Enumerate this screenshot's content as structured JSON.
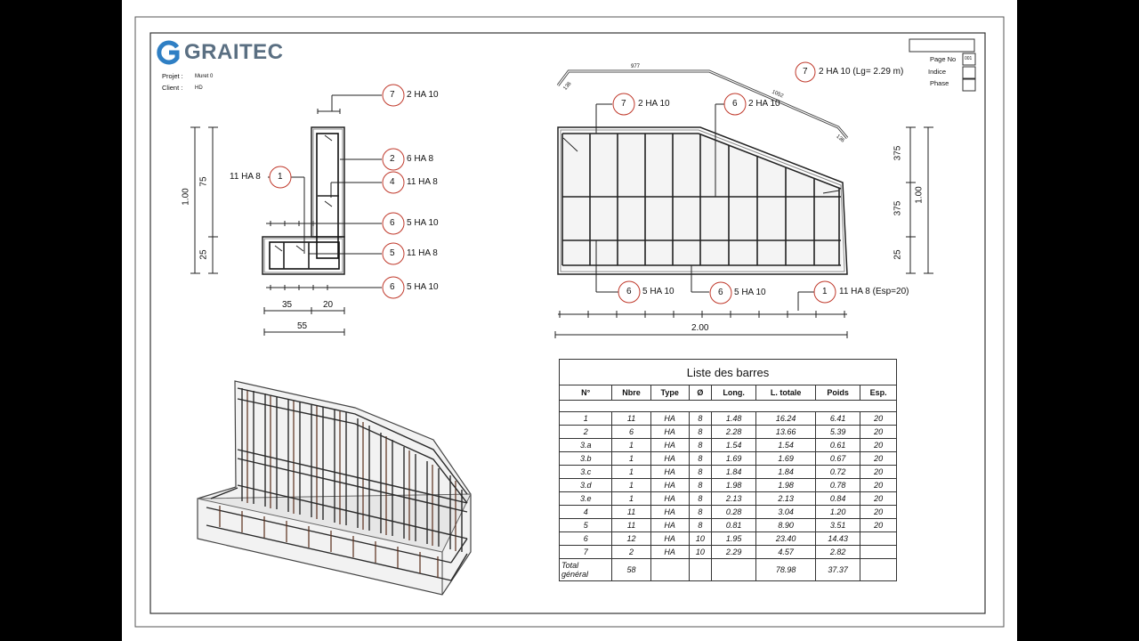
{
  "company": "GRAITEC",
  "header": {
    "projet_label": "Projet :",
    "projet_value": "Muret 0",
    "client_label": "Client :",
    "client_value": "HD"
  },
  "cartouche": {
    "page_label": "Page No",
    "page_value": "001",
    "indice_label": "Indice",
    "phase_label": "Phase"
  },
  "section_view": {
    "callouts": [
      {
        "num": "7",
        "text": "2 HA 10"
      },
      {
        "num": "2",
        "text": "6 HA 8"
      },
      {
        "num": "4",
        "text": "11 HA 8"
      },
      {
        "num": "1",
        "text": "11 HA 8"
      },
      {
        "num": "6",
        "text": "5 HA 10"
      },
      {
        "num": "5",
        "text": "11 HA 8"
      },
      {
        "num": "6",
        "text": "5 HA 10"
      }
    ],
    "dims": {
      "total_h": "1.00",
      "upper_h": "75",
      "lower_h": "25",
      "w1": "35",
      "w2": "20",
      "w_total": "55"
    }
  },
  "elevation_view": {
    "bar7_label": "2 HA 10 (Lg= 2.29 m)",
    "bar7_num": "7",
    "bar_shape_dims": {
      "a": "977",
      "b": "1052",
      "c": "136",
      "d": "136"
    },
    "callouts": [
      {
        "num": "7",
        "text": "2 HA 10"
      },
      {
        "num": "6",
        "text": "2 HA 10"
      },
      {
        "num": "6",
        "text": "5 HA 10"
      },
      {
        "num": "6",
        "text": "5 HA 10"
      },
      {
        "num": "1",
        "text": "11 HA 8 (Esp=20)"
      }
    ],
    "dims": {
      "h1": "375",
      "h2": "375",
      "h3": "25",
      "h_total": "1.00",
      "w_total": "2.00"
    }
  },
  "bar_list": {
    "title": "Liste des barres",
    "headers": [
      "N°",
      "Nbre",
      "Type",
      "Ø",
      "Long.",
      "L. totale",
      "Poids",
      "Esp."
    ],
    "rows": [
      [
        "1",
        "11",
        "HA",
        "8",
        "1.48",
        "16.24",
        "6.41",
        "20"
      ],
      [
        "2",
        "6",
        "HA",
        "8",
        "2.28",
        "13.66",
        "5.39",
        "20"
      ],
      [
        "3.a",
        "1",
        "HA",
        "8",
        "1.54",
        "1.54",
        "0.61",
        "20"
      ],
      [
        "3.b",
        "1",
        "HA",
        "8",
        "1.69",
        "1.69",
        "0.67",
        "20"
      ],
      [
        "3.c",
        "1",
        "HA",
        "8",
        "1.84",
        "1.84",
        "0.72",
        "20"
      ],
      [
        "3.d",
        "1",
        "HA",
        "8",
        "1.98",
        "1.98",
        "0.78",
        "20"
      ],
      [
        "3.e",
        "1",
        "HA",
        "8",
        "2.13",
        "2.13",
        "0.84",
        "20"
      ],
      [
        "4",
        "11",
        "HA",
        "8",
        "0.28",
        "3.04",
        "1.20",
        "20"
      ],
      [
        "5",
        "11",
        "HA",
        "8",
        "0.81",
        "8.90",
        "3.51",
        "20"
      ],
      [
        "6",
        "12",
        "HA",
        "10",
        "1.95",
        "23.40",
        "14.43",
        ""
      ],
      [
        "7",
        "2",
        "HA",
        "10",
        "2.29",
        "4.57",
        "2.82",
        ""
      ]
    ],
    "total": {
      "label1": "Total",
      "label2": "général",
      "nbre": "58",
      "ltot": "78.98",
      "poids": "37.37"
    }
  }
}
